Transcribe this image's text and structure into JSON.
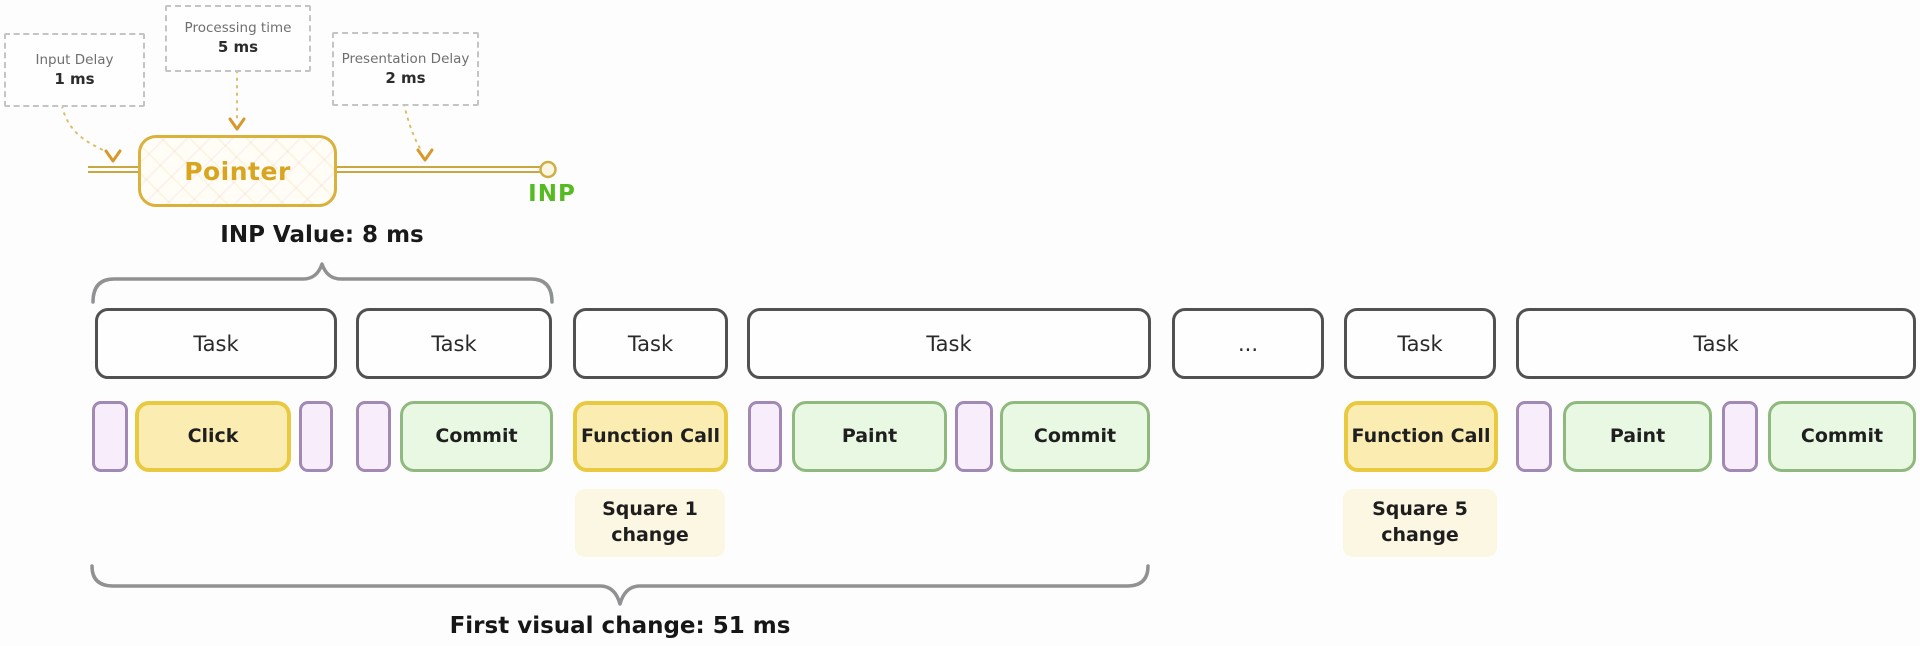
{
  "annotations": {
    "input_delay": {
      "label": "Input Delay",
      "value": "1 ms"
    },
    "processing_time": {
      "label": "Processing time",
      "value": "5 ms"
    },
    "presentation_delay": {
      "label": "Presentation Delay",
      "value": "2 ms"
    }
  },
  "pointer": {
    "label": "Pointer"
  },
  "inp_marker": {
    "label": "INP"
  },
  "inp_value": {
    "text": "INP Value: 8 ms"
  },
  "first_visual_change": {
    "text": "First visual change: 51 ms"
  },
  "timeline": {
    "tasks": [
      {
        "label": "Task"
      },
      {
        "label": "Task"
      },
      {
        "label": "Task"
      },
      {
        "label": "Task"
      },
      {
        "label": "..."
      },
      {
        "label": "Task"
      },
      {
        "label": "Task"
      }
    ],
    "segments": [
      {
        "type": "delay",
        "label": ""
      },
      {
        "type": "event",
        "label": "Click"
      },
      {
        "type": "delay",
        "label": ""
      },
      {
        "type": "delay",
        "label": ""
      },
      {
        "type": "commit",
        "label": "Commit"
      },
      {
        "type": "script",
        "label": "Function Call"
      },
      {
        "type": "delay",
        "label": ""
      },
      {
        "type": "paint",
        "label": "Paint"
      },
      {
        "type": "delay",
        "label": ""
      },
      {
        "type": "commit",
        "label": "Commit"
      },
      {
        "type": "script",
        "label": "Function Call"
      },
      {
        "type": "delay",
        "label": ""
      },
      {
        "type": "paint",
        "label": "Paint"
      },
      {
        "type": "delay",
        "label": ""
      },
      {
        "type": "commit",
        "label": "Commit"
      }
    ]
  },
  "notes": [
    {
      "text": "Square 1 change"
    },
    {
      "text": "Square 5 change"
    }
  ],
  "colors": {
    "accent_gold": "#d9b13b",
    "pointer_text_gold": "#d9a41e",
    "inp_green": "#56bb23",
    "segment_yellow_fill": "#fbecb2",
    "segment_yellow_border": "#e9c93f",
    "segment_green_fill": "#e9f8e2",
    "segment_green_border": "#8fb97f",
    "segment_purple_fill": "#f8eefb",
    "segment_purple_border": "#a189b4",
    "task_border": "#515151",
    "brace_gray": "#8f9193",
    "note_background": "#fcf7e2"
  }
}
